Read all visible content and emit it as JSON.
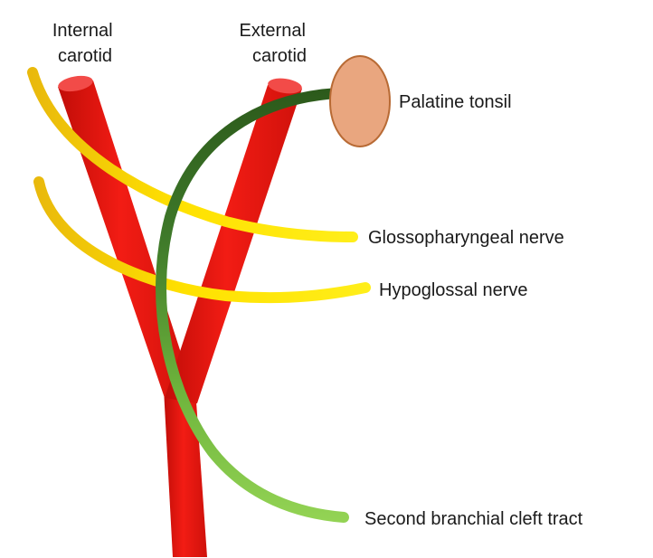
{
  "labels": {
    "internal_carotid": [
      "Internal",
      "carotid"
    ],
    "external_carotid": [
      "External",
      "carotid"
    ],
    "palatine_tonsil": "Palatine tonsil",
    "glossopharyngeal_nerve": "Glossopharyngeal nerve",
    "hypoglossal_nerve": "Hypoglossal nerve",
    "second_branchial_cleft_tract": "Second branchial cleft tract"
  },
  "colors": {
    "artery": "#e8150f",
    "artery_cap": "#f04a48",
    "nerve": "#ffe600",
    "nerve_dark": "#e3b80a",
    "tract_dark": "#2f5d1e",
    "tract_light": "#8fd14f",
    "tonsil_fill": "#e9a67f",
    "tonsil_stroke": "#b86a34"
  }
}
